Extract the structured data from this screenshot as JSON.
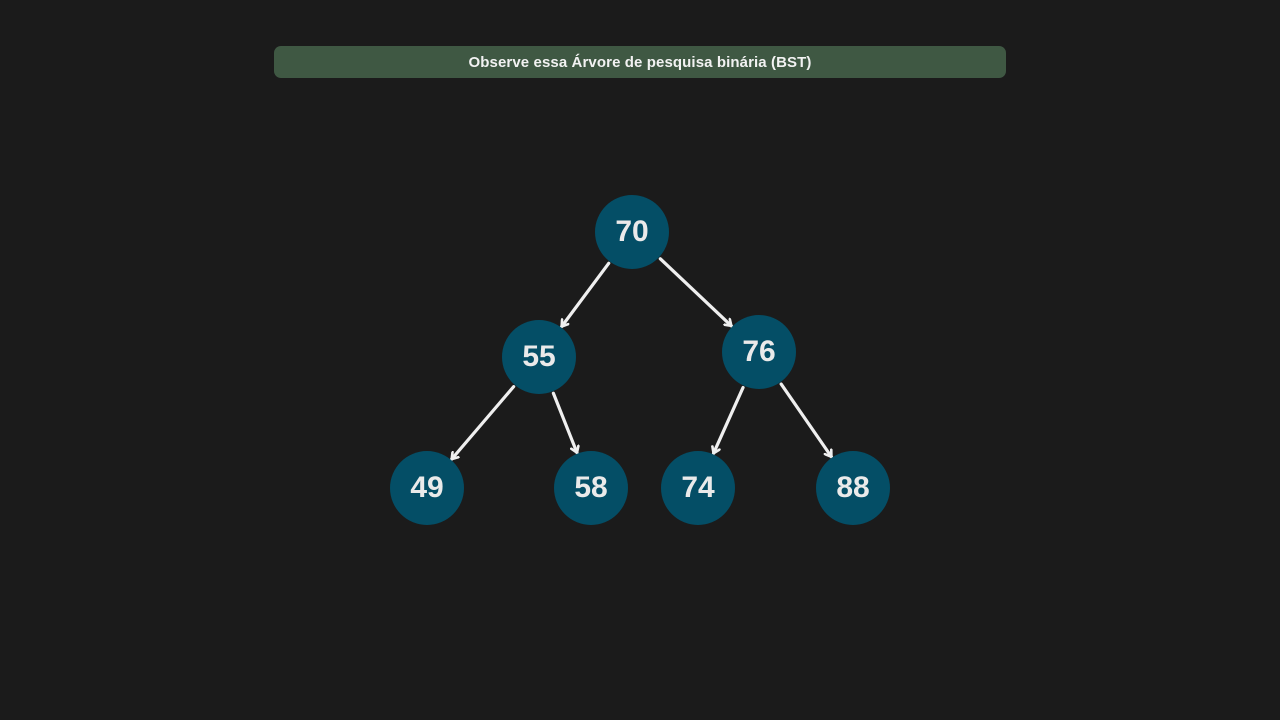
{
  "colors": {
    "background": "#1b1b1b",
    "banner_bg": "#3f5843",
    "banner_text": "#f2f2f2",
    "node_fill": "#044e66",
    "node_text": "#eaeaea",
    "edge": "#efefef"
  },
  "banner": {
    "text": "Observe essa Árvore de pesquisa binária (BST)"
  },
  "tree": {
    "nodes": [
      {
        "id": "n70",
        "value": "70"
      },
      {
        "id": "n55",
        "value": "55"
      },
      {
        "id": "n76",
        "value": "76"
      },
      {
        "id": "n49",
        "value": "49"
      },
      {
        "id": "n58",
        "value": "58"
      },
      {
        "id": "n74",
        "value": "74"
      },
      {
        "id": "n88",
        "value": "88"
      }
    ],
    "edges": [
      {
        "from": "n70",
        "to": "n55"
      },
      {
        "from": "n70",
        "to": "n76"
      },
      {
        "from": "n55",
        "to": "n49"
      },
      {
        "from": "n55",
        "to": "n58"
      },
      {
        "from": "n76",
        "to": "n74"
      },
      {
        "from": "n76",
        "to": "n88"
      }
    ]
  }
}
